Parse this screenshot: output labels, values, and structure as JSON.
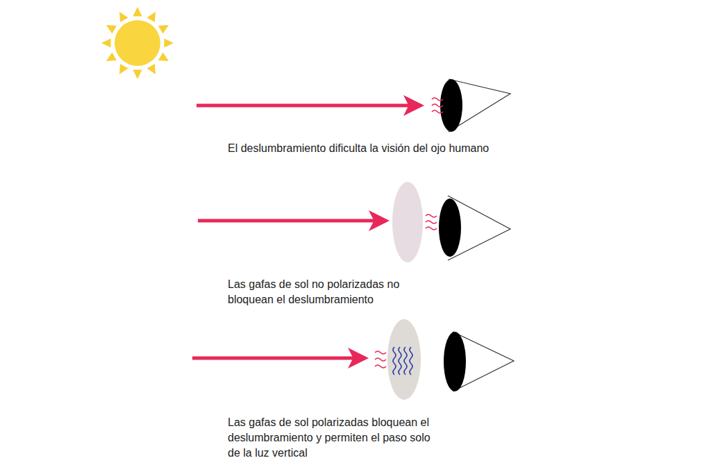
{
  "diagram": {
    "labels": [
      "El deslumbramiento dificulta la visión del ojo humano",
      "Las gafas de sol no polarizadas no bloquean el deslumbramiento",
      "Las gafas de sol polarizadas bloquean el deslumbramiento y permiten el paso solo de la luz vertical"
    ]
  }
}
